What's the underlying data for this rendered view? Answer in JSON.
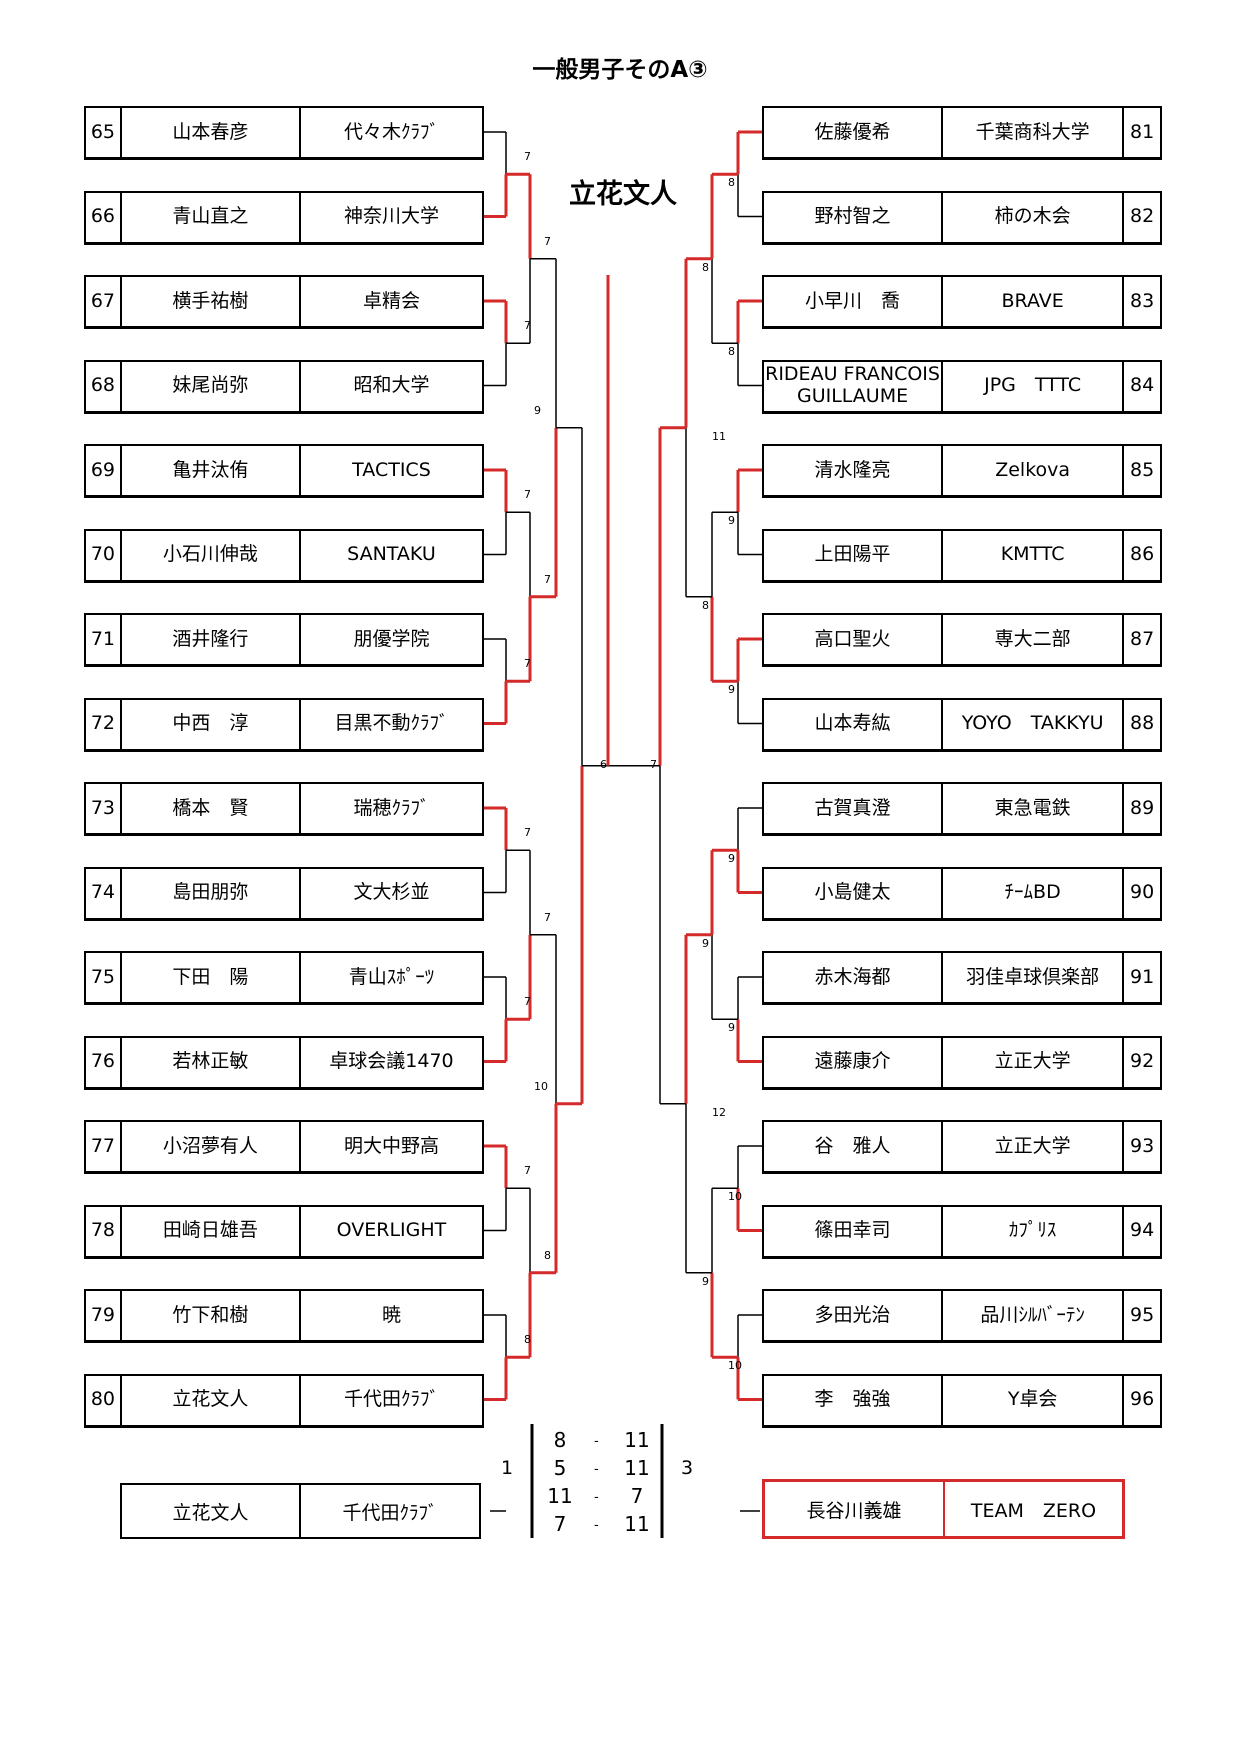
{
  "title": "一般男子そのA③",
  "champion": "立花文人",
  "left_entries": [
    {
      "num": "65",
      "name": "山本春彦",
      "club": "代々木ｸﾗﾌﾞ"
    },
    {
      "num": "66",
      "name": "青山直之",
      "club": "神奈川大学"
    },
    {
      "num": "67",
      "name": "横手祐樹",
      "club": "卓精会"
    },
    {
      "num": "68",
      "name": "妹尾尚弥",
      "club": "昭和大学"
    },
    {
      "num": "69",
      "name": "亀井汰侑",
      "club": "TACTICS"
    },
    {
      "num": "70",
      "name": "小石川伸哉",
      "club": "SANTAKU"
    },
    {
      "num": "71",
      "name": "酒井隆行",
      "club": "朋優学院"
    },
    {
      "num": "72",
      "name": "中西　淳",
      "club": "目黒不動ｸﾗﾌﾞ"
    },
    {
      "num": "73",
      "name": "橋本　賢",
      "club": "瑞穂ｸﾗﾌﾞ"
    },
    {
      "num": "74",
      "name": "島田朋弥",
      "club": "文大杉並"
    },
    {
      "num": "75",
      "name": "下田　陽",
      "club": "青山ｽﾎﾟｰﾂ"
    },
    {
      "num": "76",
      "name": "若林正敏",
      "club": "卓球会議1470"
    },
    {
      "num": "77",
      "name": "小沼夢有人",
      "club": "明大中野高"
    },
    {
      "num": "78",
      "name": "田崎日雄吾",
      "club": "OVERLIGHT"
    },
    {
      "num": "79",
      "name": "竹下和樹",
      "club": "暁"
    },
    {
      "num": "80",
      "name": "立花文人",
      "club": "千代田ｸﾗﾌﾞ"
    }
  ],
  "right_entries": [
    {
      "num": "81",
      "name": "佐藤優希",
      "club": "千葉商科大学"
    },
    {
      "num": "82",
      "name": "野村智之",
      "club": "柿の木会"
    },
    {
      "num": "83",
      "name": "小早川　喬",
      "club": "BRAVE"
    },
    {
      "num": "84",
      "name": "RIDEAU FRANCOIS GUILLAUME",
      "club": "JPG　TTTC"
    },
    {
      "num": "85",
      "name": "清水隆亮",
      "club": "Zelkova"
    },
    {
      "num": "86",
      "name": "上田陽平",
      "club": "KMTTC"
    },
    {
      "num": "87",
      "name": "高口聖火",
      "club": "専大二部"
    },
    {
      "num": "88",
      "name": "山本寿紘",
      "club": "YOYO　TAKKYU"
    },
    {
      "num": "89",
      "name": "古賀真澄",
      "club": "東急電鉄"
    },
    {
      "num": "90",
      "name": "小島健太",
      "club": "ﾁｰﾑBD"
    },
    {
      "num": "91",
      "name": "赤木海都",
      "club": "羽佳卓球倶楽部"
    },
    {
      "num": "92",
      "name": "遠藤康介",
      "club": "立正大学"
    },
    {
      "num": "93",
      "name": "谷　雅人",
      "club": "立正大学"
    },
    {
      "num": "94",
      "name": "篠田幸司",
      "club": "ｶﾌﾟﾘｽ"
    },
    {
      "num": "95",
      "name": "多田光治",
      "club": "品川ｼﾙﾊﾞｰﾃﾝ"
    },
    {
      "num": "96",
      "name": "李　強強",
      "club": "Y卓会"
    }
  ],
  "round_scores": {
    "left_r1": [
      "7",
      "7",
      "7",
      "7",
      "7",
      "7",
      "7",
      "8"
    ],
    "left_r2": [
      "7",
      "7",
      "7",
      "8"
    ],
    "left_r3": [
      "9",
      "10"
    ],
    "left_r4": "6",
    "right_r1": [
      "8",
      "8",
      "9",
      "9",
      "9",
      "9",
      "10",
      "10"
    ],
    "right_r2": [
      "8",
      "8",
      "9",
      "9"
    ],
    "right_r3": [
      "11",
      "12"
    ],
    "right_r4": "7"
  },
  "final": {
    "left": {
      "name": "立花文人",
      "club": "千代田ｸﾗﾌﾞ",
      "sets": "1"
    },
    "right": {
      "name": "長谷川義雄",
      "club": "TEAM　ZERO",
      "sets": "3"
    },
    "games": [
      {
        "l": "8",
        "r": "11"
      },
      {
        "l": "5",
        "r": "11"
      },
      {
        "l": "11",
        "r": "7"
      },
      {
        "l": "7",
        "r": "11"
      }
    ],
    "separator": "-"
  },
  "colors": {
    "winner_line": "#d42a2a",
    "line": "#000000"
  }
}
